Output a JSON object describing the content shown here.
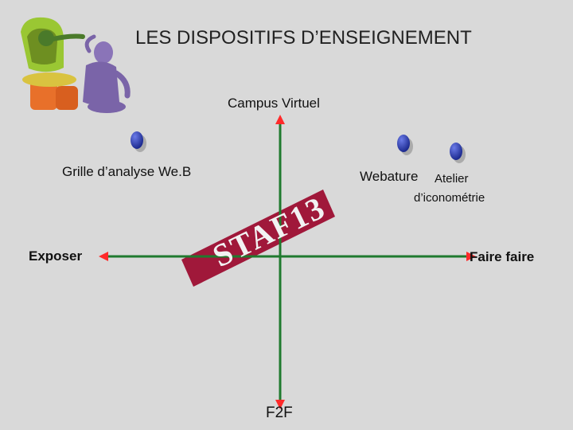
{
  "slide": {
    "title": "LES DISPOSITIFS D’ENSEIGNEMENT",
    "axis": {
      "top": "Campus Virtuel",
      "bottom": "F2F",
      "left": "Exposer",
      "right": "Faire faire"
    },
    "items": {
      "grille": "Grille d’analyse We.B",
      "webature": "Webature",
      "atelier_line1": "Atelier",
      "atelier_line2": "d’iconométrie",
      "stamp": "STAF13"
    },
    "colors": {
      "background": "#d9d9d9",
      "axis": "#1f7a2e",
      "arrowhead": "#ff2a2a",
      "stamp": "#a0183a",
      "dot": "#2f3fb8"
    },
    "illustration_icon": "clay-figures-teaching-icon"
  }
}
